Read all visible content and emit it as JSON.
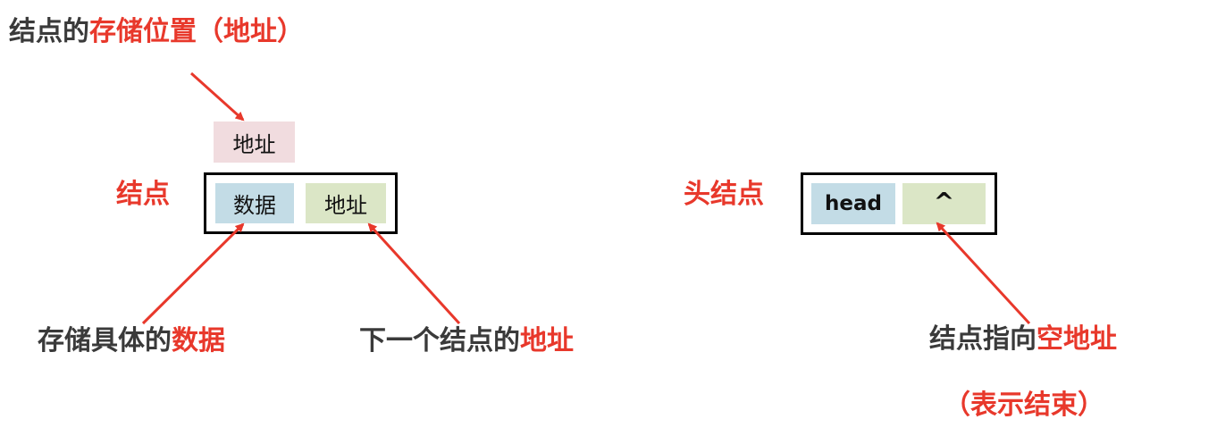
{
  "title": {
    "prefix": "结点的",
    "highlight": "存储位置（地址）"
  },
  "node_diagram": {
    "address_box": "地址",
    "node_label": "结点",
    "data_cell": "数据",
    "next_cell": "地址"
  },
  "captions": {
    "data": {
      "prefix": "存储具体的",
      "highlight": "数据"
    },
    "next": {
      "prefix": "下一个结点的",
      "highlight": "地址"
    }
  },
  "head_diagram": {
    "label": "头结点",
    "head_cell": "head",
    "null_cell": "^",
    "caption_prefix": "结点指向",
    "caption_highlight": "空地址",
    "caption_note": "（表示结束）"
  },
  "colors": {
    "red": "#e8382b",
    "dark_text": "#3a3a3a",
    "data_cell": "#c3dce6",
    "next_cell": "#dbe6c6",
    "address_box": "#f1dcdf"
  }
}
